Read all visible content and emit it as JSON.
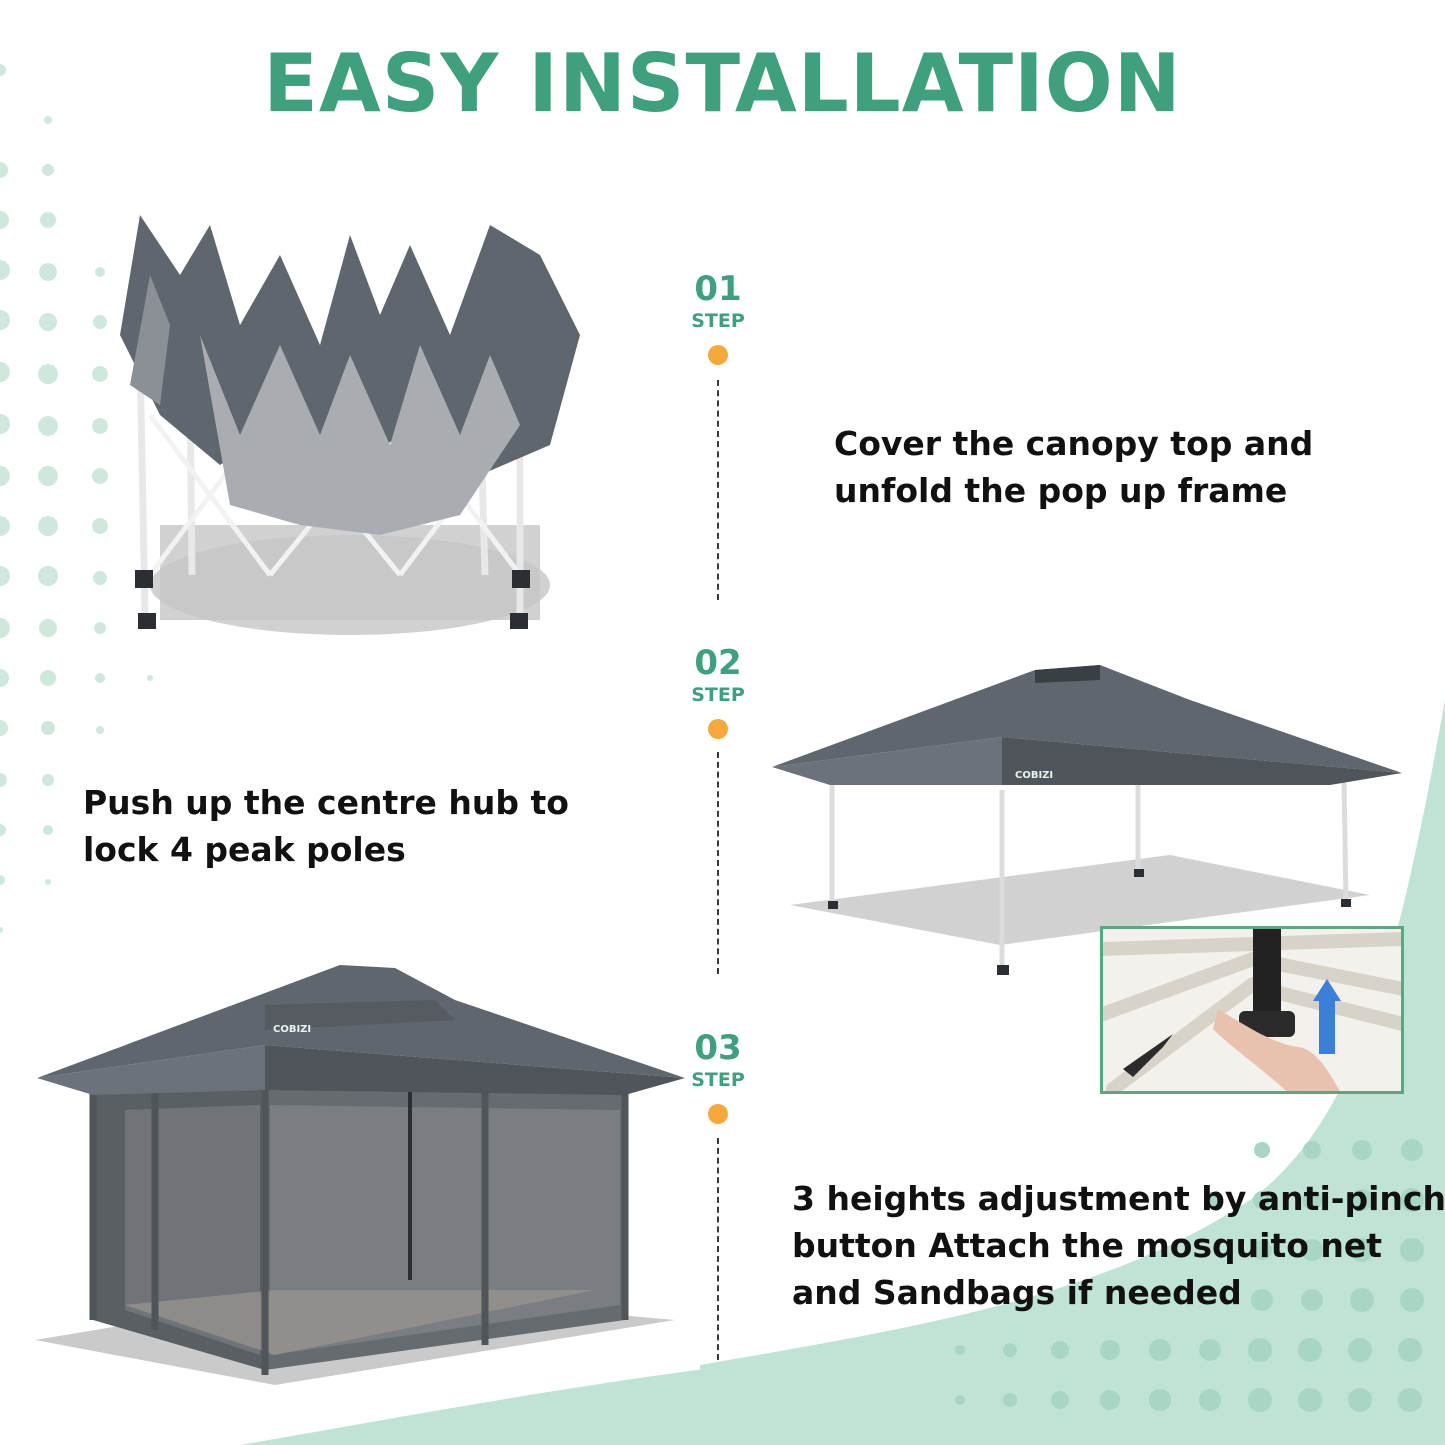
{
  "colors": {
    "title": "#3fa07e",
    "step_text": "#3fa07e",
    "step_dot": "#f5a93b",
    "mint_background": "#bfe3d4",
    "canopy_dark": "#5f666d",
    "canopy_light": "#a9adb1",
    "inset_border": "#5aa882"
  },
  "title": "EASY INSTALLATION",
  "steps": [
    {
      "number": "01",
      "label": "STEP",
      "lines": [
        "Cover the canopy top and",
        "unfold the pop up frame"
      ]
    },
    {
      "number": "02",
      "label": "STEP",
      "lines": [
        "Push up the centre hub to",
        "lock 4 peak poles"
      ]
    },
    {
      "number": "03",
      "label": "STEP",
      "lines": [
        "3 heights adjustment by anti-pinch",
        "button Attach the mosquito net",
        "and Sandbags if needed"
      ]
    }
  ],
  "brand": "COBIZI",
  "icons": {
    "folded_frame": "folded-canopy-illustration",
    "open_canopy": "open-canopy-illustration",
    "netted_canopy": "netted-canopy-illustration",
    "hub_detail": "hub-push-detail-illustration",
    "arrow": "up-arrow-icon"
  }
}
